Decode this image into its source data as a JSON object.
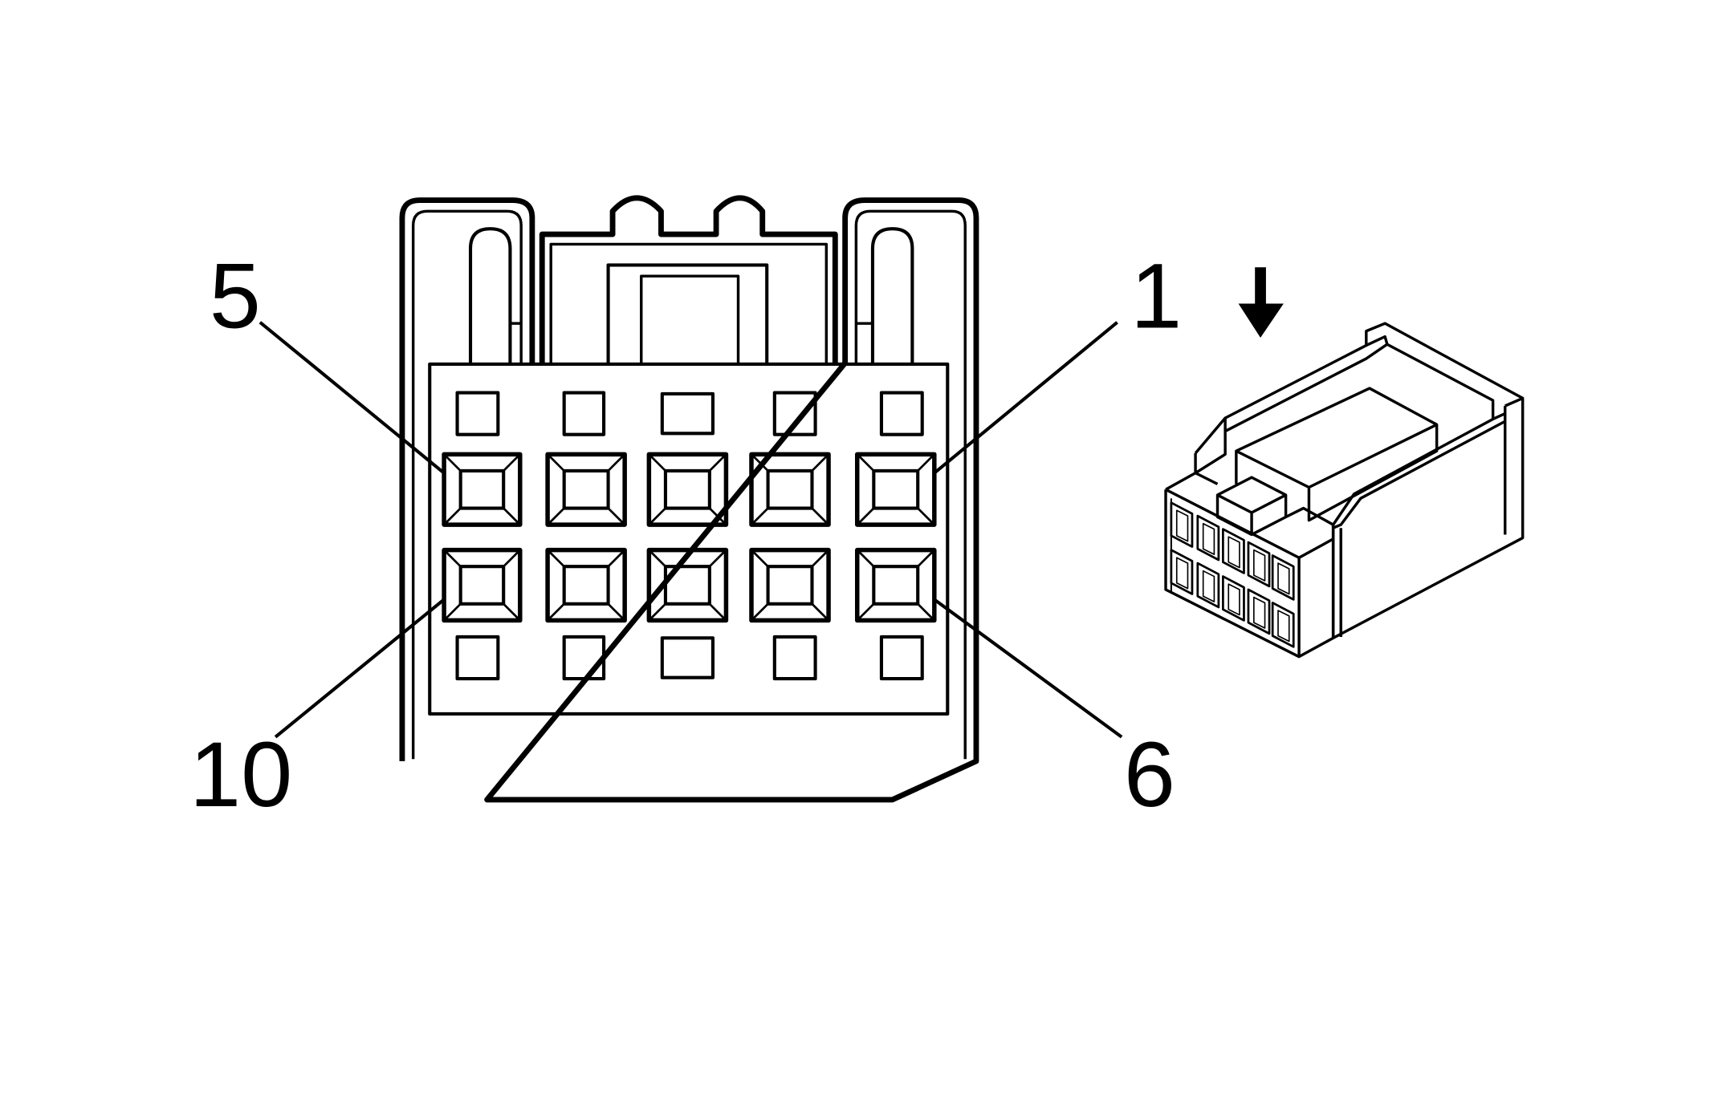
{
  "diagram": {
    "pin_labels": {
      "pin_5": "5",
      "pin_1": "1",
      "pin_10": "10",
      "pin_6": "6"
    },
    "connector": {
      "cavity_count": 10,
      "rows": 2,
      "columns": 5
    },
    "view_arrow_icon": "down-arrow-icon",
    "colors": {
      "stroke": "#000000",
      "fill": "#ffffff"
    }
  }
}
